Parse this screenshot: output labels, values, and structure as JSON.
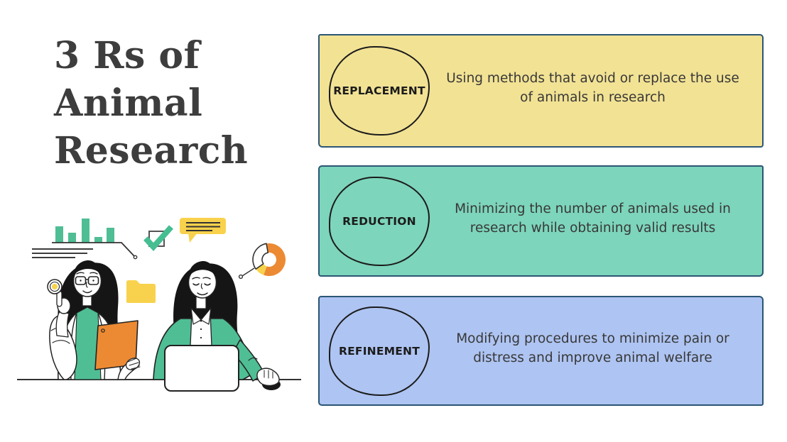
{
  "page": {
    "background_color": "#ffffff"
  },
  "title": {
    "text": "3 Rs of Animal Research",
    "lines": [
      "3 Rs of",
      "Animal",
      "Research"
    ],
    "color": "#3d3d3d"
  },
  "cards": [
    {
      "label": "REPLACEMENT",
      "description": "Using methods that avoid or replace the use of animals in research",
      "desc_lines": [
        "Using methods that avoid or replace the use",
        "of animals in research"
      ],
      "bg_color": "#F2E294",
      "border_color": "#2b5674"
    },
    {
      "label": "REDUCTION",
      "description": "Minimizing the number of animals used in research while obtaining valid results",
      "desc_lines": [
        "Minimizing the number of animals used in",
        "research while obtaining valid results"
      ],
      "bg_color": "#7DD5BB",
      "border_color": "#2b5674"
    },
    {
      "label": "REFINEMENT",
      "description": "Modifying procedures to minimize pain or distress and improve animal welfare",
      "desc_lines": [
        "Modifying procedures to minimize pain or",
        "distress and improve animal welfare"
      ],
      "bg_color": "#AEC4F2",
      "border_color": "#2b5674"
    }
  ],
  "illustration": {
    "name": "two-researchers-with-analytics",
    "icons": [
      "bar-chart-icon",
      "notes-lines-icon",
      "checkbox-check-icon",
      "speech-bubble-icon",
      "folder-icon",
      "donut-chart-icon",
      "idea-dot-icon",
      "tablet-icon",
      "laptop-icon",
      "mouse-icon",
      "desk-line"
    ],
    "colors": {
      "green": "#4FBE95",
      "orange": "#EC8A33",
      "yellow": "#F8D24C",
      "outline": "#222222"
    },
    "bar_values": [
      23,
      14,
      34,
      8,
      21
    ]
  }
}
